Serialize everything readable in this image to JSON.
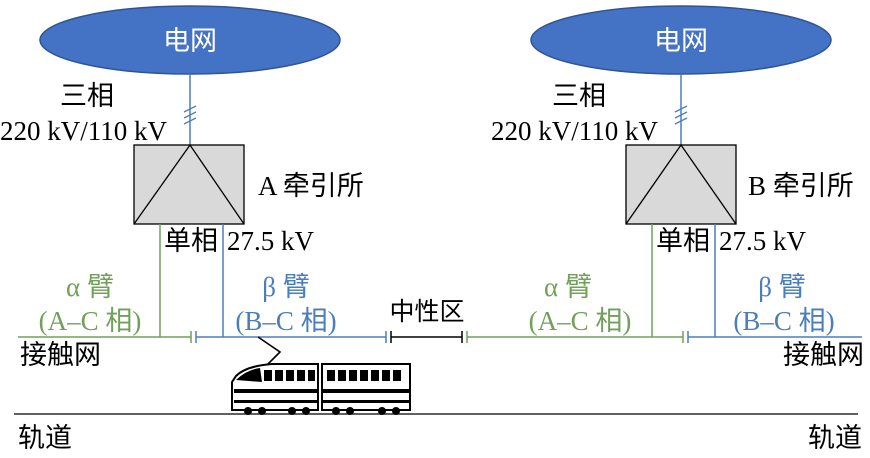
{
  "grid_label": "电网",
  "phase_labels": [
    "三相",
    "220 kV/110 kV"
  ],
  "substations": [
    {
      "name": "A 牵引所"
    },
    {
      "name": "B 牵引所"
    }
  ],
  "single_phase": "单相",
  "voltage": "27.5 kV",
  "alpha_arm": [
    "α 臂",
    "(A–C 相)"
  ],
  "beta_arm": [
    "β 臂",
    "(B–C 相)"
  ],
  "neutral_zone": "中性区",
  "catenary": "接触网",
  "track": "轨道",
  "colors": {
    "grid_fill": "#4472C4",
    "grid_stroke": "#2F5597",
    "alpha": "#70A05A",
    "beta": "#4A7EBB",
    "box_fill": "#D9D9D9",
    "text": "#000000"
  }
}
